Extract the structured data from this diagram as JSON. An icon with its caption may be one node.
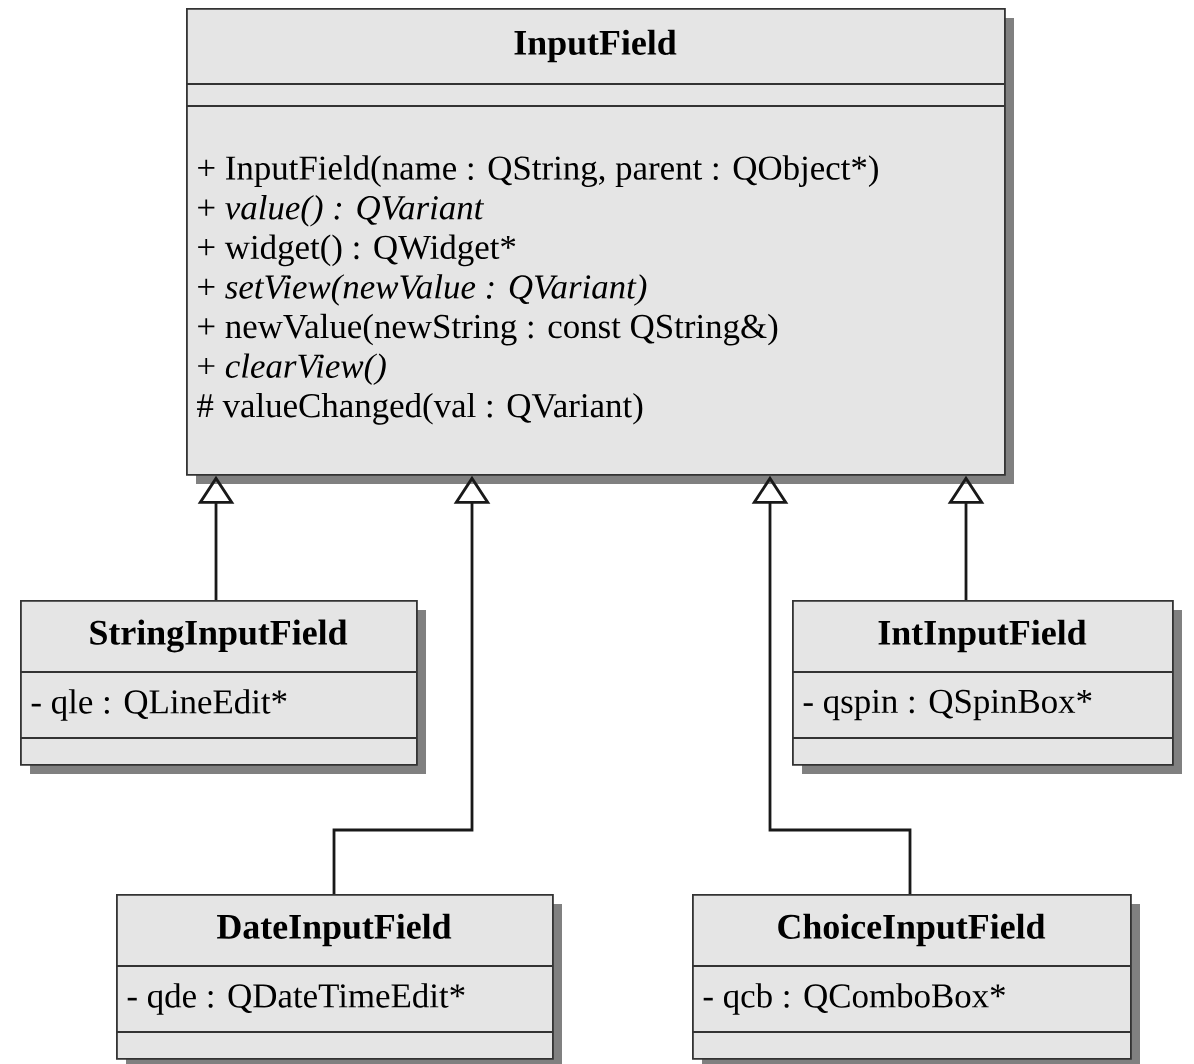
{
  "diagram": {
    "nodes": [
      {
        "text": [
          "InputField",
          "+ InputField(name : QString, parent : QObject*)",
          "+ *value() : QVariant*",
          "+ widget() : QWidget*",
          "+ *setView(newValue : QVariant)*",
          "+ newValue(newString : const QString&)",
          "+ *clearView()*",
          "# valueChanged(val : QVariant)"
        ]
      },
      {
        "text": [
          "StringInputField",
          "- qle : QLineEdit*"
        ]
      },
      {
        "text": [
          "IntInputField",
          "- qspin : QSpinBox*"
        ]
      },
      {
        "text": [
          "DateInputField",
          "- qde : QDateTimeEdit*"
        ]
      },
      {
        "text": [
          "ChoiceInputField",
          "- qcb : QComboBox*"
        ]
      }
    ],
    "edges": [
      {
        "from": 1,
        "to": 0,
        "arrow": "to"
      },
      {
        "from": 3,
        "to": 0,
        "arrow": "to"
      },
      {
        "from": 4,
        "to": 0,
        "arrow": "to"
      },
      {
        "from": 2,
        "to": 0,
        "arrow": "to"
      }
    ]
  }
}
